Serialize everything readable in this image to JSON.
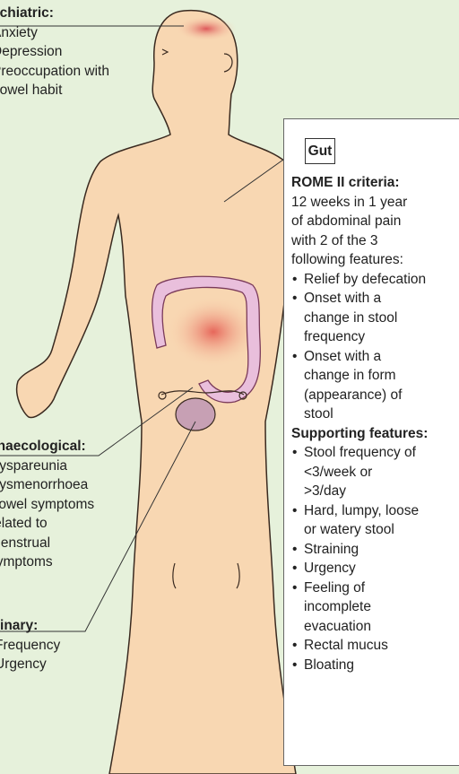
{
  "psychiatric": {
    "heading": "ychiatric:",
    "items": [
      "Anxiety",
      "Depression",
      "Preoccupation with",
      "bowel habit"
    ]
  },
  "gynaecological": {
    "heading": "ynaecological:",
    "items": [
      "Dyspareunia",
      "Dysmenorrhoea",
      "Bowel symptoms",
      "related to",
      "menstrual",
      "symptoms"
    ]
  },
  "urinary": {
    "heading": "rinary:",
    "items": [
      "Frequency",
      "Urgency"
    ]
  },
  "gut": {
    "tag": "Gut",
    "criteria_heading": "ROME II criteria:",
    "criteria_intro": [
      "12 weeks in 1 year",
      "of abdominal pain",
      "with 2 of the 3",
      "following features:"
    ],
    "criteria_items": [
      "Relief by defecation",
      "Onset with a\nchange in stool\nfrequency",
      "Onset with a\nchange in form\n(appearance) of\nstool"
    ],
    "supporting_heading": "Supporting features:",
    "supporting_items": [
      "Stool frequency of\n<3/week or\n>3/day",
      "Hard, lumpy, loose\nor watery stool",
      "Straining",
      "Urgency",
      "Feeling of\nincomplete\nevacuation",
      "Rectal mucus",
      "Bloating"
    ]
  },
  "colors": {
    "background": "#e6f1db",
    "skin": "#f8d7b2",
    "colon": "#e9bfdc",
    "bladder": "#c7a0b4",
    "highlight": "#e0504a"
  }
}
